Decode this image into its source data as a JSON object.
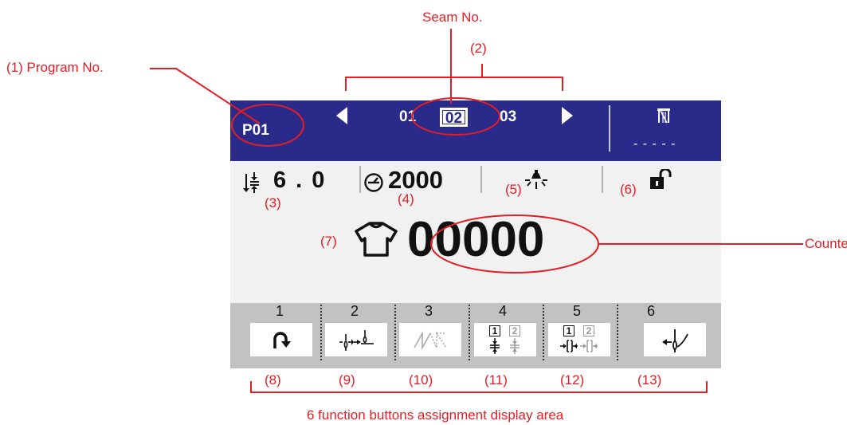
{
  "header": {
    "program_no": "P01",
    "seam_prev": "01",
    "seam_current": "02",
    "seam_next": "03",
    "thread_dashes": "- - - - -"
  },
  "status": {
    "stitch_length": "6 . 0",
    "max_speed": "2000"
  },
  "counter": {
    "value": "00000"
  },
  "function_buttons": [
    {
      "number": "1",
      "icon": "reverse-feed-icon"
    },
    {
      "number": "2",
      "icon": "needle-up-down-icon"
    },
    {
      "number": "3",
      "icon": "tack-pattern-icon"
    },
    {
      "number": "4",
      "icon": "stitch-length-select-icon",
      "icon_labels": [
        "1",
        "2"
      ]
    },
    {
      "number": "5",
      "icon": "presser-foot-select-icon",
      "icon_labels": [
        "1",
        "2"
      ]
    },
    {
      "number": "6",
      "icon": "thread-trim-icon"
    }
  ],
  "annotations": {
    "program_no": "(1) Program No.",
    "seam_no": "Seam No.",
    "n2": "(2)",
    "n3": "(3)",
    "n4": "(4)",
    "n5": "(5)",
    "n6": "(6)",
    "n7": "(7)",
    "counter": "Counter",
    "n8": "(8)",
    "n9": "(9)",
    "n10": "(10)",
    "n11": "(11)",
    "n12": "(12)",
    "n13": "(13)",
    "function_area": "6 function buttons assignment display area"
  },
  "colors": {
    "header_bg": "#2a2a8a",
    "screen_bg": "#f1f1f1",
    "button_bar_bg": "#c2c2c2",
    "annotation": "#e31e24"
  }
}
